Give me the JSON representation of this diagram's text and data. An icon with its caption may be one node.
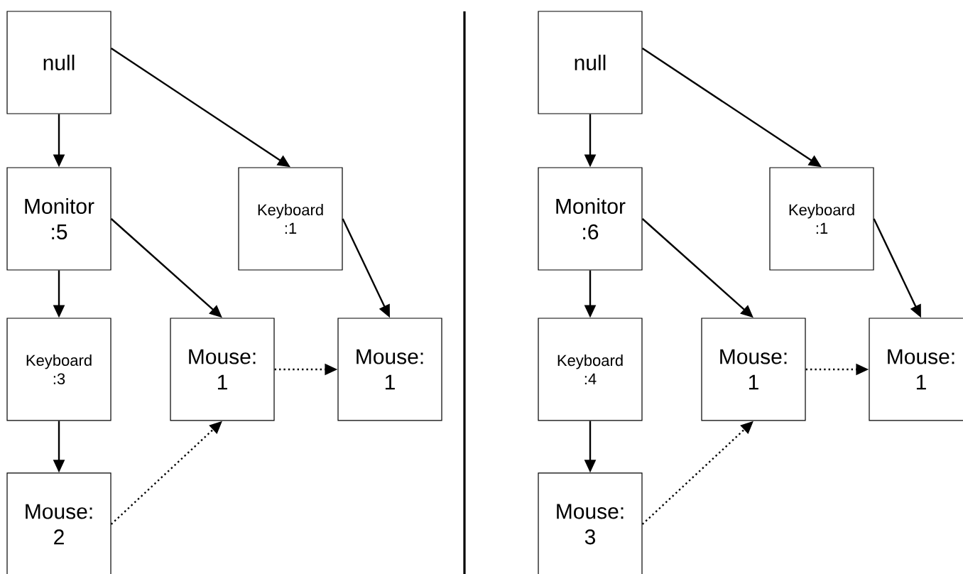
{
  "diagram": {
    "nodes": [
      {
        "text": [
          "null"
        ]
      },
      {
        "text": [
          "Monitor :5"
        ]
      },
      {
        "text": [
          "Keyboard :1"
        ]
      },
      {
        "text": [
          "Keyboard :3"
        ]
      },
      {
        "text": [
          "Mouse: 1"
        ]
      },
      {
        "text": [
          "Mouse: 1"
        ]
      },
      {
        "text": [
          "Mouse: 2"
        ]
      },
      {
        "text": [
          "null"
        ]
      },
      {
        "text": [
          "Monitor :6"
        ]
      },
      {
        "text": [
          "Keyboard :1"
        ]
      },
      {
        "text": [
          "Keyboard :4"
        ]
      },
      {
        "text": [
          "Mouse: 1"
        ]
      },
      {
        "text": [
          "Mouse: 1"
        ]
      },
      {
        "text": [
          "Mouse: 3"
        ]
      }
    ],
    "edges": [
      {
        "from": 0,
        "to": 1,
        "arrow": "to"
      },
      {
        "from": 0,
        "to": 2,
        "arrow": "to"
      },
      {
        "from": 1,
        "to": 3,
        "arrow": "to"
      },
      {
        "from": 1,
        "to": 4,
        "arrow": "to"
      },
      {
        "from": 2,
        "to": 5,
        "arrow": "to"
      },
      {
        "from": 3,
        "to": 6,
        "arrow": "to"
      },
      {
        "from": 6,
        "to": 4,
        "arrow": "to",
        "style": "dashed"
      },
      {
        "from": 4,
        "to": 5,
        "arrow": "to",
        "style": "dashed"
      },
      {
        "from": 7,
        "to": 8,
        "arrow": "to"
      },
      {
        "from": 7,
        "to": 9,
        "arrow": "to"
      },
      {
        "from": 8,
        "to": 10,
        "arrow": "to"
      },
      {
        "from": 8,
        "to": 11,
        "arrow": "to"
      },
      {
        "from": 9,
        "to": 12,
        "arrow": "to"
      },
      {
        "from": 10,
        "to": 13,
        "arrow": "to"
      },
      {
        "from": 13,
        "to": 11,
        "arrow": "to",
        "style": "dashed"
      },
      {
        "from": 11,
        "to": 12,
        "arrow": "to",
        "style": "dashed"
      }
    ]
  }
}
